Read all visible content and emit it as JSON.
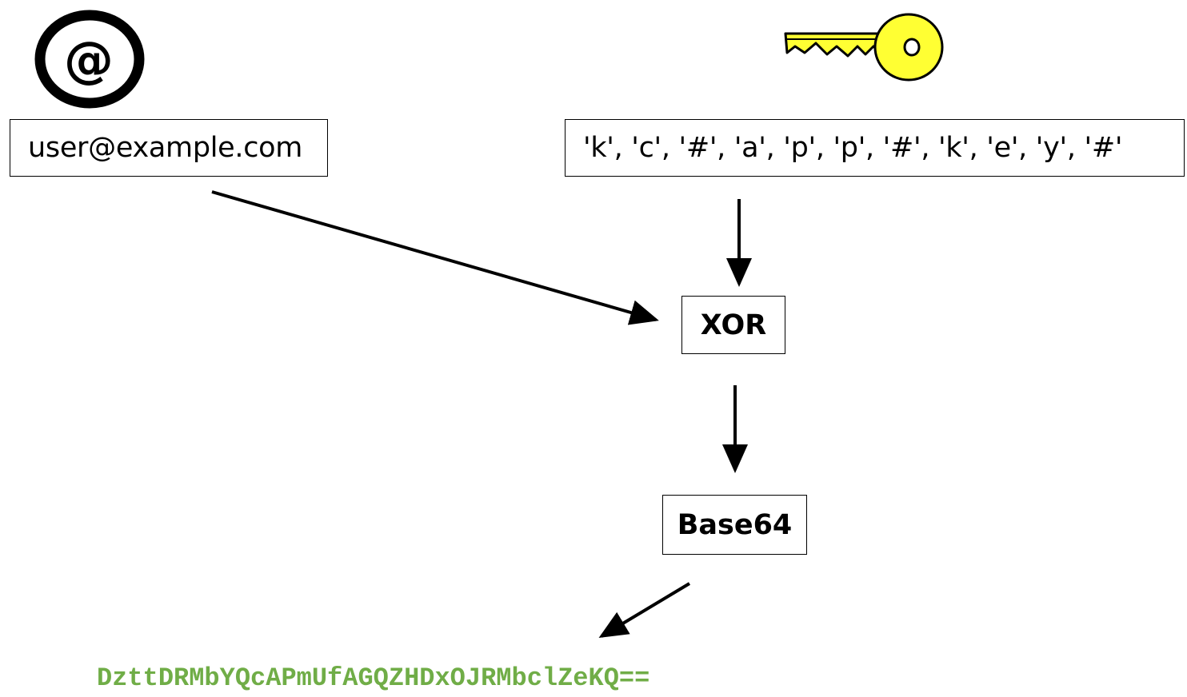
{
  "diagram": {
    "input_email": "user@example.com",
    "input_key": "'k', 'c', '#', 'a', 'p', 'p', '#', 'k', 'e', 'y', '#'",
    "step_xor": "XOR",
    "step_base64": "Base64",
    "output": "DzttDRMbYQcAPmUfAGQZHDxOJRMbclZeKQ==",
    "icons": {
      "email": "at-sign-icon",
      "key": "key-icon"
    },
    "colors": {
      "output_text": "#70ad47",
      "key_fill": "#ffff33",
      "stroke": "#000000"
    }
  }
}
